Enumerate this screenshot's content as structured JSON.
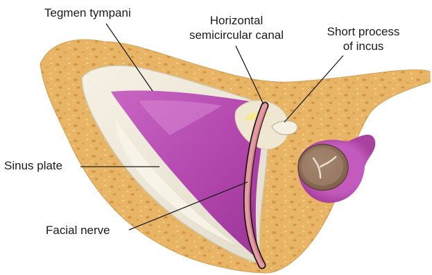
{
  "labels": {
    "tegmen_tympani": "Tegmen tympani",
    "horizontal_canal_line1": "Horizontal",
    "horizontal_canal_line2": "semicircular canal",
    "short_process_line1": "Short process",
    "short_process_line2": "of incus",
    "sinus_plate": "Sinus plate",
    "facial_nerve": "Facial nerve"
  },
  "colors": {
    "bone": "#e9b765",
    "bone_speckle": "#c98a3a",
    "cavity_purple": "#bb4fb6",
    "cavity_light": "#e3a6dc",
    "cortex_cream": "#efe9d9",
    "nerve_pink": "#e09aa0",
    "incus_brown": "#8a6a55",
    "leader_line": "#1a1a1a"
  }
}
